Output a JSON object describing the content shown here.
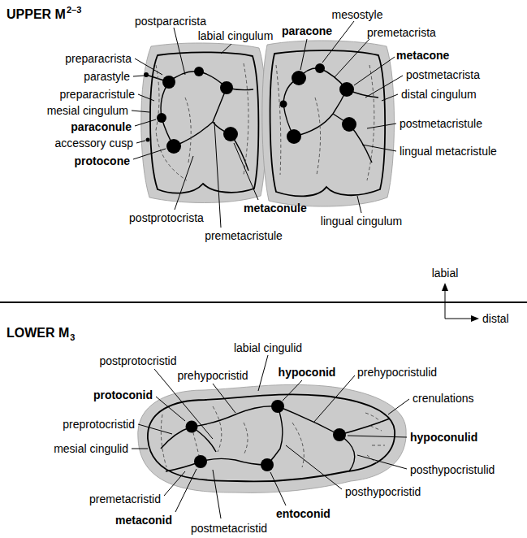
{
  "diagram": {
    "labels": [
      "UPPER M",
      "2–3",
      "postparacrista",
      "labial cingulum",
      "preparacrista",
      "parastyle",
      "preparacristule",
      "mesial cingulum",
      "paraconule",
      "accessory cusp",
      "protocone",
      "postprotocrista",
      "metaconule",
      "premetacristule",
      "paracone",
      "mesostyle",
      "premetacrista",
      "metacone",
      "postmetacrista",
      "distal cingulum",
      "postmetacristule",
      "lingual metacristule",
      "lingual cingulum",
      "labial",
      "distal",
      "LOWER M",
      "3",
      "labial cingulid",
      "postprotocristid",
      "prehypocristid",
      "hypoconid",
      "prehypocristulid",
      "protoconid",
      "preprotocristid",
      "crenulations",
      "mesial cingulid",
      "hypoconulid",
      "posthypocristulid",
      "premetacristid",
      "posthypocristid",
      "metaconid",
      "postmetacristid",
      "entoconid"
    ]
  }
}
